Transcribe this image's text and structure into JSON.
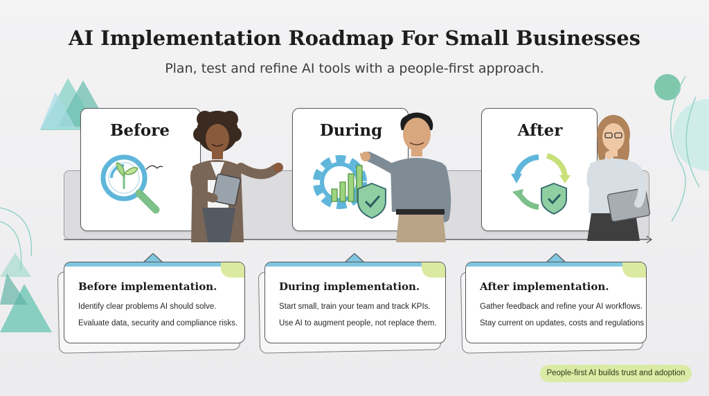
{
  "header": {
    "title": "AI Implementation Roadmap For Small Businesses",
    "subtitle": "Plan, test and refine AI tools with a people-first approach."
  },
  "phases": [
    {
      "label": "Before",
      "icon": "magnifier-seedling-icon",
      "presenter": "woman-with-tablet",
      "card": {
        "heading": "Before implementation.",
        "lines": [
          "Identify clear problems AI should solve.",
          "Evaluate data, security and compliance risks."
        ]
      }
    },
    {
      "label": "During",
      "icon": "gear-growth-chart-shield-icon",
      "presenter": "man-pointing",
      "card": {
        "heading": "During implementation.",
        "lines": [
          "Start small, train your team and track KPIs.",
          "Use AI to augment people, not replace them."
        ]
      }
    },
    {
      "label": "After",
      "icon": "refresh-cycle-shield-icon",
      "presenter": "woman-with-laptop",
      "card": {
        "heading": "After implementation.",
        "lines": [
          "Gather feedback and refine your AI workflows.",
          "Stay current on updates, costs and regulations"
        ]
      }
    }
  ],
  "footer": {
    "badge": "People-first AI builds trust and adoption"
  },
  "colors": {
    "teal": "#5bb8b0",
    "blue": "#5fb6da",
    "green": "#7cc08a",
    "lime": "#d7e99a",
    "dark_outline": "#55565b",
    "background": "#efeff1"
  }
}
